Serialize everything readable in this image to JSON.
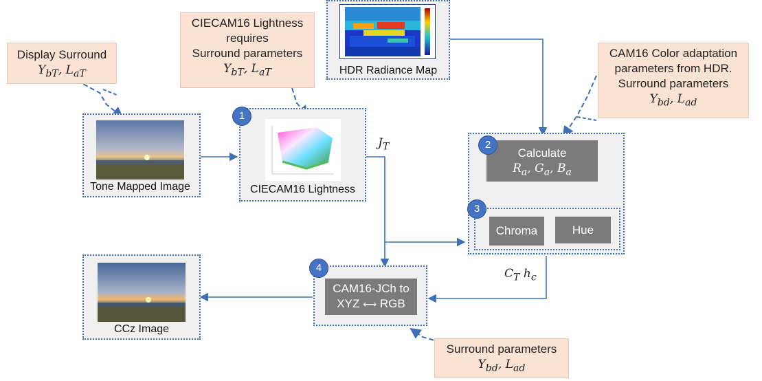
{
  "notes": {
    "display_surround": {
      "line1": "Display Surround",
      "math": "Y_bT, L_aT"
    },
    "ciecam16_req": {
      "line1": "CIECAM16 Lightness",
      "line2": "requires",
      "line3": "Surround parameters",
      "math": "Y_bT, L_aT"
    },
    "cam16_adapt": {
      "line1": "CAM16 Color adaptation",
      "line2": "parameters from HDR.",
      "line3": "Surround parameters",
      "math": "Y_bd, L_ad"
    },
    "surround_bottom": {
      "line1": "Surround parameters",
      "math": "Y_bd, L_ad"
    }
  },
  "boxes": {
    "tone_mapped": {
      "label": "Tone Mapped Image"
    },
    "ciecam16": {
      "label": "CIECAM16 Lightness",
      "badge": "1"
    },
    "hdr": {
      "label": "HDR Radiance Map"
    },
    "calc": {
      "badge": "2",
      "title": "Calculate",
      "math": "R_a, G_a, B_a"
    },
    "chroma_hue": {
      "badge": "3",
      "chroma": "Chroma",
      "hue": "Hue"
    },
    "cam16_jch": {
      "badge": "4",
      "line1": "CAM16-JCh to",
      "line2_left": "XYZ",
      "line2_right": "RGB"
    },
    "ccz": {
      "label": "CCz Image"
    }
  },
  "edge_labels": {
    "jt": "J_T",
    "cthc": "C_T h_c"
  },
  "colors": {
    "accent": "#4472c4",
    "note_fill": "#fbe3d4",
    "gray": "#7b7b7b",
    "dotted": "#3f6fb5"
  }
}
